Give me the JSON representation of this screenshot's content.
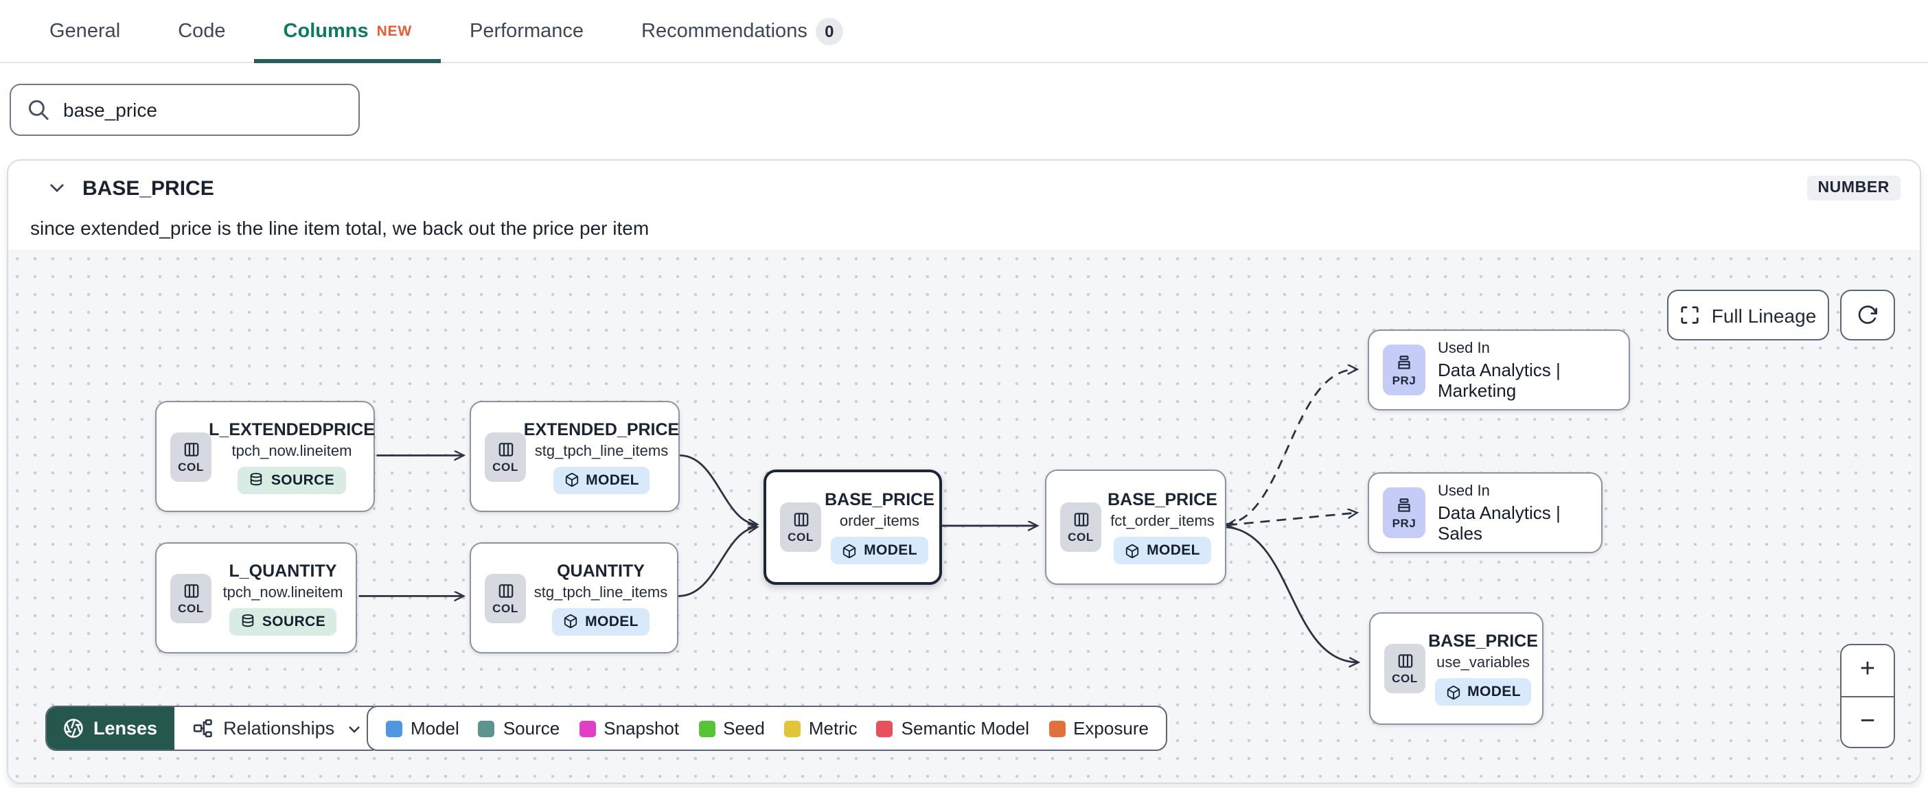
{
  "tabs": {
    "items": [
      {
        "label": "General"
      },
      {
        "label": "Code"
      },
      {
        "label": "Columns",
        "badge": "NEW"
      },
      {
        "label": "Performance"
      },
      {
        "label": "Recommendations",
        "count": "0"
      }
    ]
  },
  "search": {
    "value": "base_price"
  },
  "column": {
    "name": "BASE_PRICE",
    "data_type": "NUMBER",
    "description": "since extended_price is the line item total, we back out the price per item"
  },
  "lineage": {
    "full_lineage_label": "Full Lineage",
    "nodes": [
      {
        "icon": "COL",
        "title": "L_EXTENDEDPRICE",
        "subtitle": "tpch_now.lineitem",
        "badge": "SOURCE"
      },
      {
        "icon": "COL",
        "title": "EXTENDED_PRICE",
        "subtitle": "stg_tpch_line_items",
        "badge": "MODEL"
      },
      {
        "icon": "COL",
        "title": "L_QUANTITY",
        "subtitle": "tpch_now.lineitem",
        "badge": "SOURCE"
      },
      {
        "icon": "COL",
        "title": "QUANTITY",
        "subtitle": "stg_tpch_line_items",
        "badge": "MODEL"
      },
      {
        "icon": "COL",
        "title": "BASE_PRICE",
        "subtitle": "order_items",
        "badge": "MODEL"
      },
      {
        "icon": "COL",
        "title": "BASE_PRICE",
        "subtitle": "fct_order_items",
        "badge": "MODEL"
      },
      {
        "icon": "PRJ",
        "title": "Used In",
        "subtitle": "Data Analytics | Marketing"
      },
      {
        "icon": "PRJ",
        "title": "Used In",
        "subtitle": "Data Analytics | Sales"
      },
      {
        "icon": "COL",
        "title": "BASE_PRICE",
        "subtitle": "use_variables",
        "badge": "MODEL"
      }
    ],
    "toolbar": {
      "lenses": "Lenses",
      "relationships": "Relationships"
    },
    "legend": [
      {
        "label": "Model",
        "color": "#4f97e3"
      },
      {
        "label": "Source",
        "color": "#5d948e"
      },
      {
        "label": "Snapshot",
        "color": "#e23ec6"
      },
      {
        "label": "Seed",
        "color": "#55c437"
      },
      {
        "label": "Metric",
        "color": "#e2c43b"
      },
      {
        "label": "Semantic Model",
        "color": "#e8505e"
      },
      {
        "label": "Exposure",
        "color": "#e0713d"
      }
    ],
    "zoom": {
      "in": "+",
      "out": "−"
    }
  }
}
